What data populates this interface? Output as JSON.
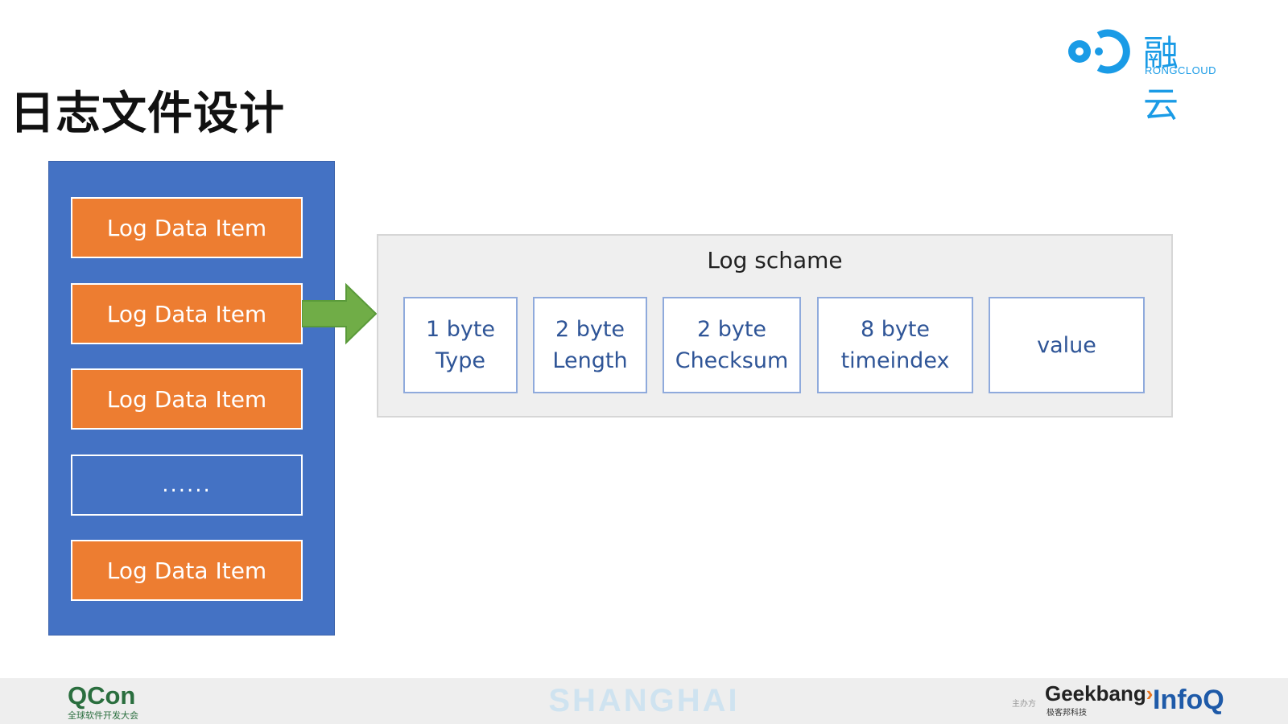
{
  "slide": {
    "title": "日志文件设计"
  },
  "brand": {
    "name_cn": "融 云",
    "name_en": "RONGCLOUD",
    "icon": "rongcloud-logo-icon",
    "color": "#1a9be6"
  },
  "log_file": {
    "items": [
      "Log Data Item",
      "Log Data Item",
      "Log Data Item",
      "......",
      "Log Data Item"
    ],
    "colors": {
      "container": "#4472c4",
      "item": "#ed7d31"
    }
  },
  "arrow": {
    "icon": "arrow-right-icon",
    "color": "#70ad47"
  },
  "schema": {
    "title": "Log schame",
    "fields": [
      {
        "line1": "1 byte",
        "line2": "Type"
      },
      {
        "line1": "2 byte",
        "line2": "Length"
      },
      {
        "line1": "2 byte",
        "line2": "Checksum"
      },
      {
        "line1": "8 byte",
        "line2": "timeindex"
      },
      {
        "line1": "value",
        "line2": ""
      }
    ],
    "colors": {
      "field_text": "#2f5597",
      "field_border": "#8faadc",
      "panel": "#efefef"
    }
  },
  "footer": {
    "qcon": "QCon",
    "qcon_sub": "全球软件开发大会",
    "city": "SHANGHAI",
    "organizer_label": "主办方",
    "geekbang": "Geekbang",
    "geekbang_sub": "极客邦科技",
    "infoq": "InfoQ"
  }
}
